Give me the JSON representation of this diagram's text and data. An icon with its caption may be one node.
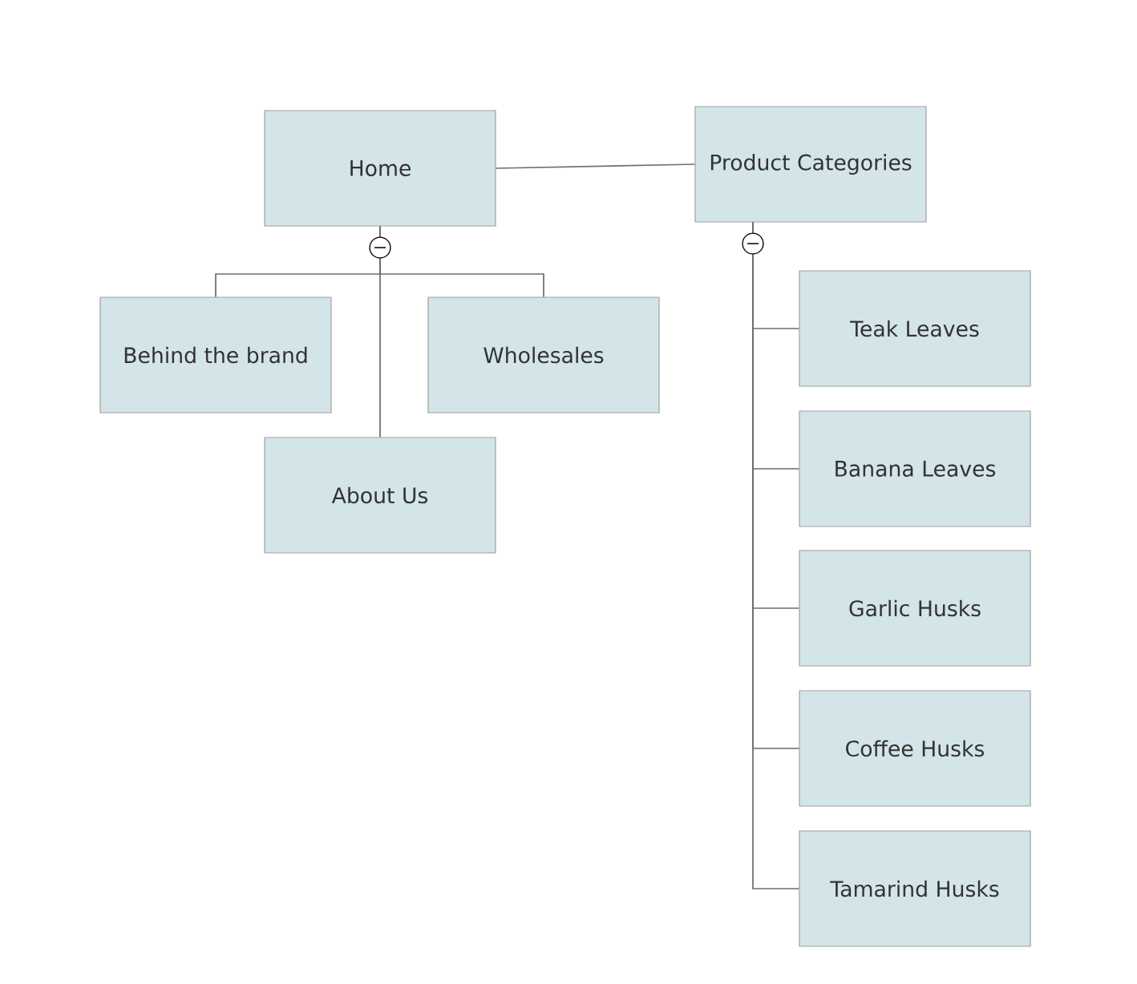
{
  "diagram": {
    "nodes": [
      {
        "text": [
          "Home"
        ]
      },
      {
        "text": [
          "Product Categories"
        ]
      },
      {
        "text": [
          "Behind the brand"
        ]
      },
      {
        "text": [
          "Wholesales"
        ]
      },
      {
        "text": [
          "About Us"
        ]
      },
      {
        "text": [
          "Teak Leaves"
        ]
      },
      {
        "text": [
          "Banana Leaves"
        ]
      },
      {
        "text": [
          "Garlic Husks"
        ]
      },
      {
        "text": [
          "Coffee Husks"
        ]
      },
      {
        "text": [
          "Tamarind Husks"
        ]
      }
    ],
    "edges": [
      {
        "from": 0,
        "to": 1,
        "arrow": "none"
      },
      {
        "from": 0,
        "to": 2,
        "arrow": "none"
      },
      {
        "from": 0,
        "to": 3,
        "arrow": "none"
      },
      {
        "from": 0,
        "to": 4,
        "arrow": "none"
      },
      {
        "from": 1,
        "to": 5,
        "arrow": "none"
      },
      {
        "from": 1,
        "to": 6,
        "arrow": "none"
      },
      {
        "from": 1,
        "to": 7,
        "arrow": "none"
      },
      {
        "from": 1,
        "to": 8,
        "arrow": "none"
      },
      {
        "from": 1,
        "to": 9,
        "arrow": "none"
      }
    ]
  }
}
